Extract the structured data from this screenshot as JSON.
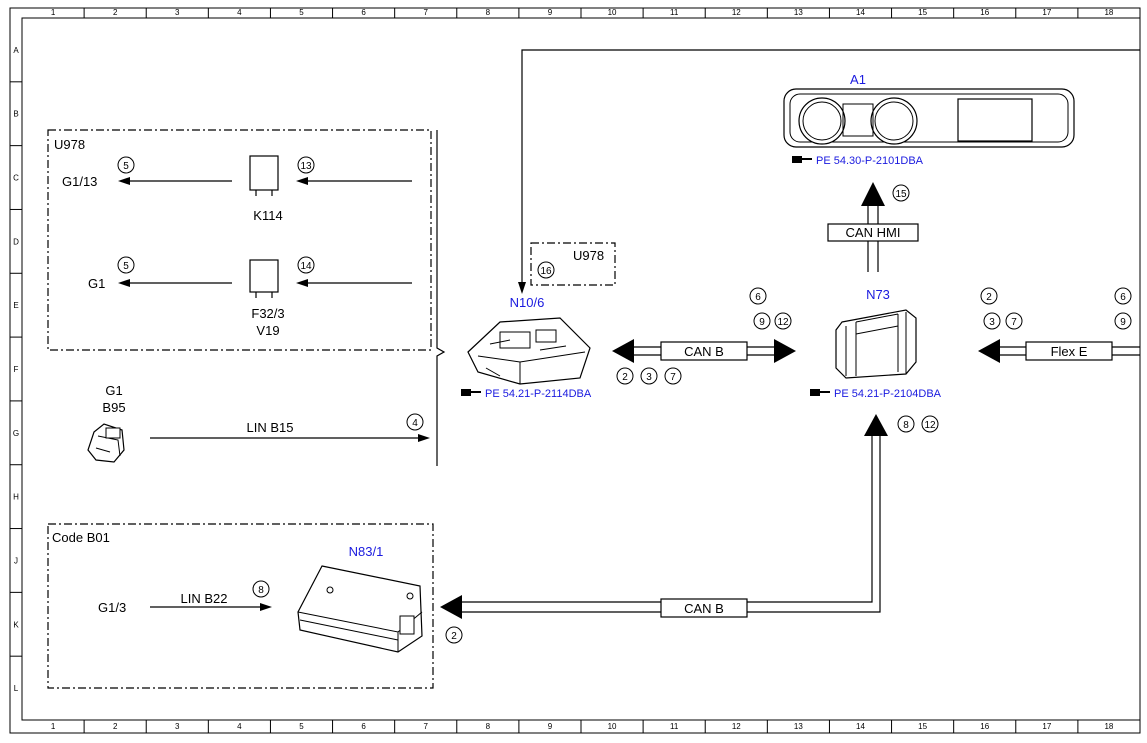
{
  "grid": {
    "cols": [
      "1",
      "2",
      "3",
      "4",
      "5",
      "6",
      "7",
      "8",
      "9",
      "10",
      "11",
      "12",
      "13",
      "14",
      "15",
      "16",
      "17",
      "18"
    ],
    "rows": [
      "A",
      "B",
      "C",
      "D",
      "E",
      "F",
      "G",
      "H",
      "J",
      "K",
      "L"
    ]
  },
  "u978_box": {
    "title": "U978",
    "row1": {
      "target": "G1/13",
      "left_num": "5",
      "component": "K114",
      "right_num": "13"
    },
    "row2": {
      "target": "G1",
      "left_num": "5",
      "component_line1": "F32/3",
      "component_line2": "V19",
      "right_num": "14"
    }
  },
  "g1_b95": {
    "line1": "G1",
    "line2": "B95",
    "bus": "LIN B15",
    "num": "4"
  },
  "n10_6": {
    "name": "N10/6",
    "ref": "PE 54.21-P-2114DBA",
    "u978": "U978",
    "num": "16"
  },
  "a1": {
    "name": "A1",
    "ref": "PE 54.30-P-2101DBA",
    "num": "15"
  },
  "can_hmi": "CAN HMI",
  "can_b_top": {
    "label": "CAN B",
    "nums_top": [
      "6",
      "9",
      "12"
    ],
    "nums_bottom": [
      "2",
      "3",
      "7"
    ]
  },
  "n73": {
    "name": "N73",
    "ref": "PE 54.21-P-2104DBA",
    "nums_below": [
      "8",
      "12"
    ]
  },
  "flex_e": {
    "label": "Flex E",
    "nums_left_top": [
      "2"
    ],
    "nums_left_bottom": [
      "3",
      "7"
    ],
    "nums_right_top": [
      "6"
    ],
    "nums_right_bottom": [
      "9"
    ]
  },
  "code_b01": {
    "title": "Code B01",
    "source": "G1/3",
    "bus": "LIN B22",
    "num": "8"
  },
  "n83_1": {
    "name": "N83/1",
    "num": "2"
  },
  "can_b_bottom": "CAN B"
}
